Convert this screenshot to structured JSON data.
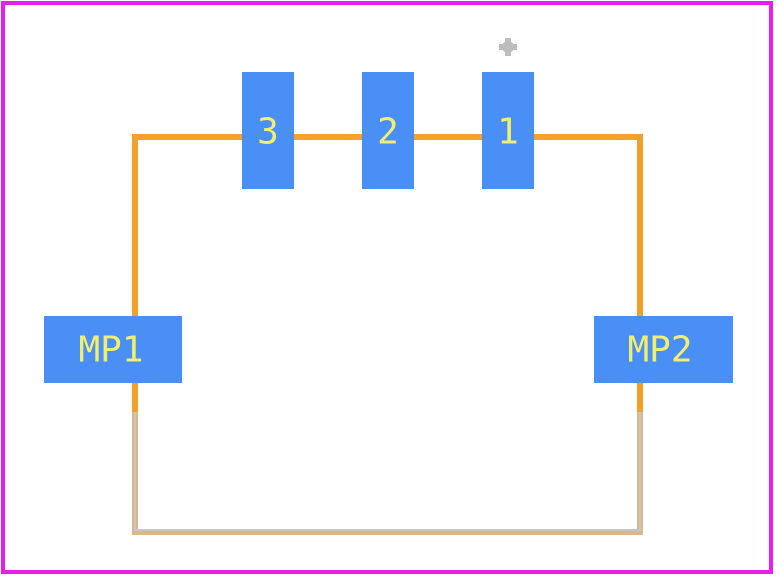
{
  "colors": {
    "courtyard": "#e81ee8",
    "silkscreen": "#f4a12c",
    "fab_outline": "#d9b98c",
    "pad": "#4a8ff5",
    "pad_text": "#f2ee6e",
    "pin1_marker": "#bdbdbd"
  },
  "pads": [
    {
      "id": "pad-3",
      "label": "3"
    },
    {
      "id": "pad-2",
      "label": "2"
    },
    {
      "id": "pad-1",
      "label": "1"
    },
    {
      "id": "pad-mp1",
      "label": "MP1"
    },
    {
      "id": "pad-mp2",
      "label": "MP2"
    }
  ]
}
